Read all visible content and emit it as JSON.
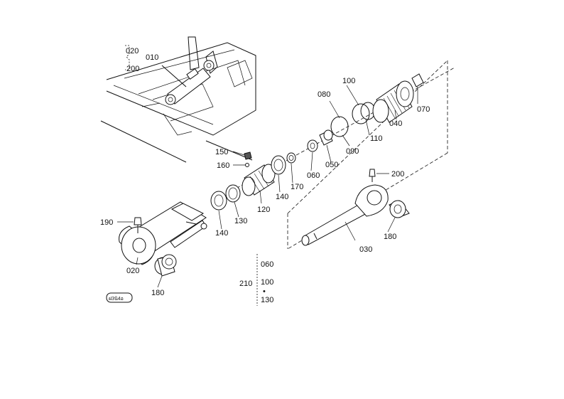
{
  "callouts": {
    "c020a": "020",
    "c200a": "200",
    "c010": "010",
    "c080": "080",
    "c100": "100",
    "c040": "040",
    "c070": "070",
    "c110": "110",
    "c090": "090",
    "c050": "050",
    "c060": "060",
    "c150": "150",
    "c160": "160",
    "c170": "170",
    "c140a": "140",
    "c120": "120",
    "c130": "130",
    "c140b": "140",
    "c200b": "200",
    "c190": "190",
    "c030": "030",
    "c180a": "180",
    "c020b": "020",
    "c180b": "180"
  },
  "kit": {
    "label": "210",
    "items": [
      "060",
      "100",
      "130"
    ],
    "separator": "•"
  },
  "stamp": "ฝ3นิ4อ"
}
